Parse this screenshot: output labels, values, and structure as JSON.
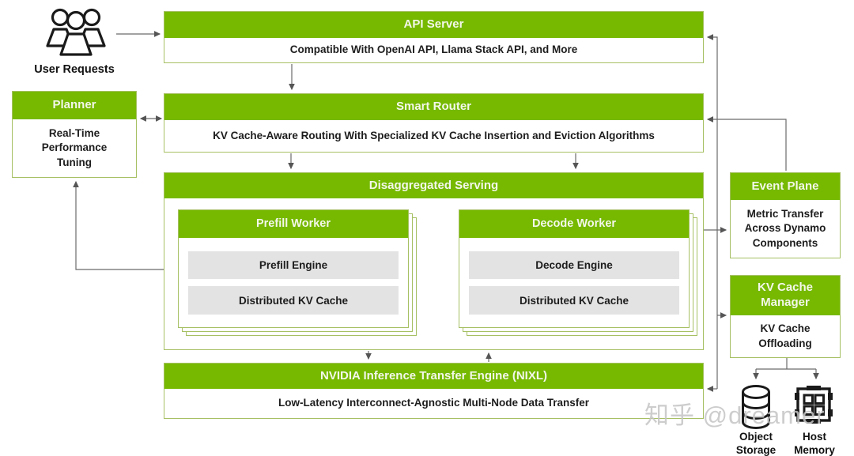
{
  "colors": {
    "nvidia_green": "#76b900",
    "header_text": "#f3f7ea",
    "body_text": "#1d1d1d",
    "box_border": "#a6c063",
    "grey_box": "#e3e3e3",
    "connector": "#666666",
    "watermark": "#c5c5c5"
  },
  "icons": {
    "user_requests": "people-group-icon",
    "object_storage": "database-cylinder-icon",
    "host_memory": "memory-chip-icon"
  },
  "nodes": {
    "user_requests": {
      "label": "User Requests"
    },
    "api_server": {
      "title": "API Server",
      "description": "Compatible With OpenAI API, Llama Stack API, and More"
    },
    "planner": {
      "title": "Planner",
      "description": "Real-Time Performance Tuning"
    },
    "smart_router": {
      "title": "Smart Router",
      "description": "KV Cache-Aware Routing With Specialized KV Cache Insertion and Eviction Algorithms"
    },
    "disaggregated_serving": {
      "title": "Disaggregated Serving"
    },
    "prefill_worker": {
      "title": "Prefill Worker",
      "items": [
        "Prefill Engine",
        "Distributed KV Cache"
      ]
    },
    "decode_worker": {
      "title": "Decode Worker",
      "items": [
        "Decode Engine",
        "Distributed KV Cache"
      ]
    },
    "event_plane": {
      "title": "Event Plane",
      "description": "Metric Transfer Across Dynamo Components"
    },
    "kv_cache_manager": {
      "title": "KV Cache Manager",
      "description": "KV Cache Offloading"
    },
    "nixl": {
      "title": "NVIDIA Inference Transfer Engine (NIXL)",
      "description": "Low-Latency Interconnect-Agnostic Multi-Node Data Transfer"
    },
    "object_storage": {
      "label": "Object Storage"
    },
    "host_memory": {
      "label": "Host Memory"
    }
  },
  "watermark": {
    "text": "知乎 @dreamer"
  }
}
